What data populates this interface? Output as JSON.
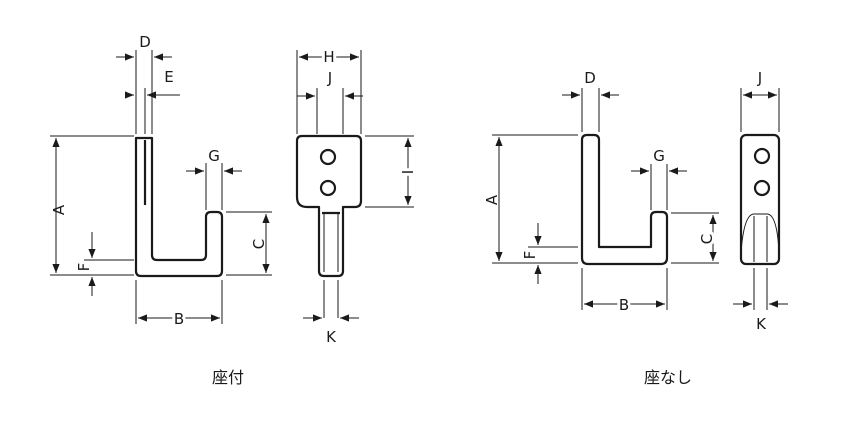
{
  "figures": {
    "with_base": {
      "caption": "座付",
      "labels": {
        "A": "A",
        "B": "B",
        "C": "C",
        "D": "D",
        "E": "E",
        "F": "F",
        "G": "G",
        "H": "H",
        "I": "I",
        "J": "J",
        "K": "K"
      }
    },
    "without_base": {
      "caption": "座なし",
      "labels": {
        "A": "A",
        "B": "B",
        "C": "C",
        "D": "D",
        "F": "F",
        "G": "G",
        "J": "J",
        "K": "K"
      }
    }
  }
}
